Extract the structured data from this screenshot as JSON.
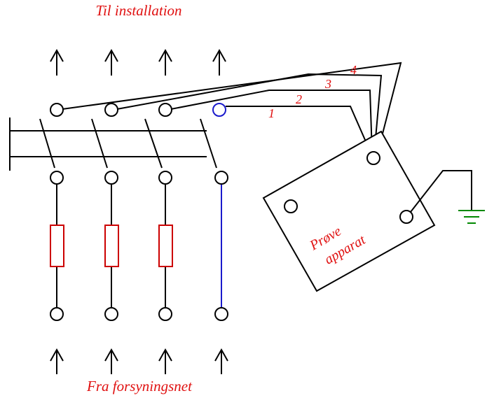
{
  "labels": {
    "top": "Til installation",
    "bottom": "Fra forsyningsnet",
    "device_line1": "Prøve",
    "device_line2": "apparat"
  },
  "lead_numbers": [
    "1",
    "2",
    "3",
    "4"
  ],
  "colors": {
    "text": "#e01010",
    "wire": "#000000",
    "neutral": "#1a1acc",
    "fuse": "#cc0000",
    "ground": "#008800"
  }
}
